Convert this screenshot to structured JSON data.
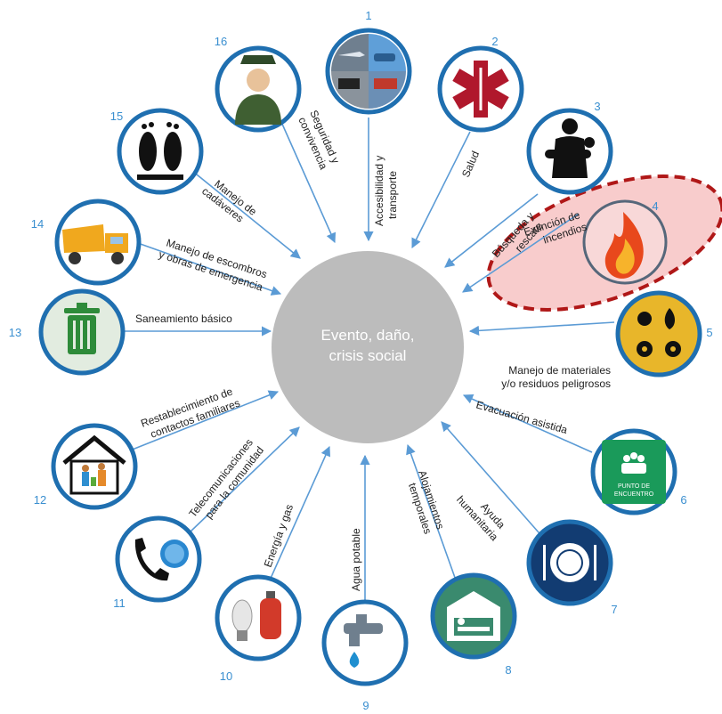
{
  "center": {
    "line1": "Evento, daño,",
    "line2": "crisis social"
  },
  "colors": {
    "accent": "#1f8fd0",
    "center": "#bdbdbd",
    "highlight": "#f5c6c6",
    "highlight_border": "#b01818"
  },
  "items": [
    {
      "num": "1",
      "lines": [
        "Accesibilidad y",
        "transporte"
      ],
      "icon": "transport-icon"
    },
    {
      "num": "2",
      "lines": [
        "Salud"
      ],
      "icon": "star-of-life-icon"
    },
    {
      "num": "3",
      "lines": [
        "Búsqueda y",
        "rescate"
      ],
      "icon": "rescuer-icon"
    },
    {
      "num": "4",
      "lines": [
        "Extinción de",
        "incendios"
      ],
      "icon": "fire-icon"
    },
    {
      "num": "5",
      "lines": [
        "Manejo de materiales",
        "y/o residuos peligrosos"
      ],
      "icon": "hazard-icon"
    },
    {
      "num": "6",
      "lines": [
        "Evacuación asistida"
      ],
      "icon": "meeting-point-icon",
      "sign": [
        "PUNTO DE",
        "ENCUENTRO"
      ]
    },
    {
      "num": "7",
      "lines": [
        "Ayuda",
        "humanitaria"
      ],
      "icon": "plate-icon"
    },
    {
      "num": "8",
      "lines": [
        "Alojamientos",
        "temporales"
      ],
      "icon": "shelter-icon"
    },
    {
      "num": "9",
      "lines": [
        "Agua potable"
      ],
      "icon": "water-tap-icon"
    },
    {
      "num": "10",
      "lines": [
        "Energía y gas"
      ],
      "icon": "energy-gas-icon"
    },
    {
      "num": "11",
      "lines": [
        "Telecomunicaciones",
        "para la comunidad"
      ],
      "icon": "phone-icon"
    },
    {
      "num": "12",
      "lines": [
        "Restablecimiento de",
        "contactos familiares"
      ],
      "icon": "family-house-icon"
    },
    {
      "num": "13",
      "lines": [
        "Saneamiento  básico"
      ],
      "icon": "trash-can-icon"
    },
    {
      "num": "14",
      "lines": [
        "Manejo  de escombros",
        "y obras de emergencia"
      ],
      "icon": "dump-truck-icon"
    },
    {
      "num": "15",
      "lines": [
        "Manejo de",
        "cadáveres"
      ],
      "icon": "footprints-icon"
    },
    {
      "num": "16",
      "lines": [
        "Seguridad y",
        "convivencia"
      ],
      "icon": "soldier-icon"
    }
  ]
}
